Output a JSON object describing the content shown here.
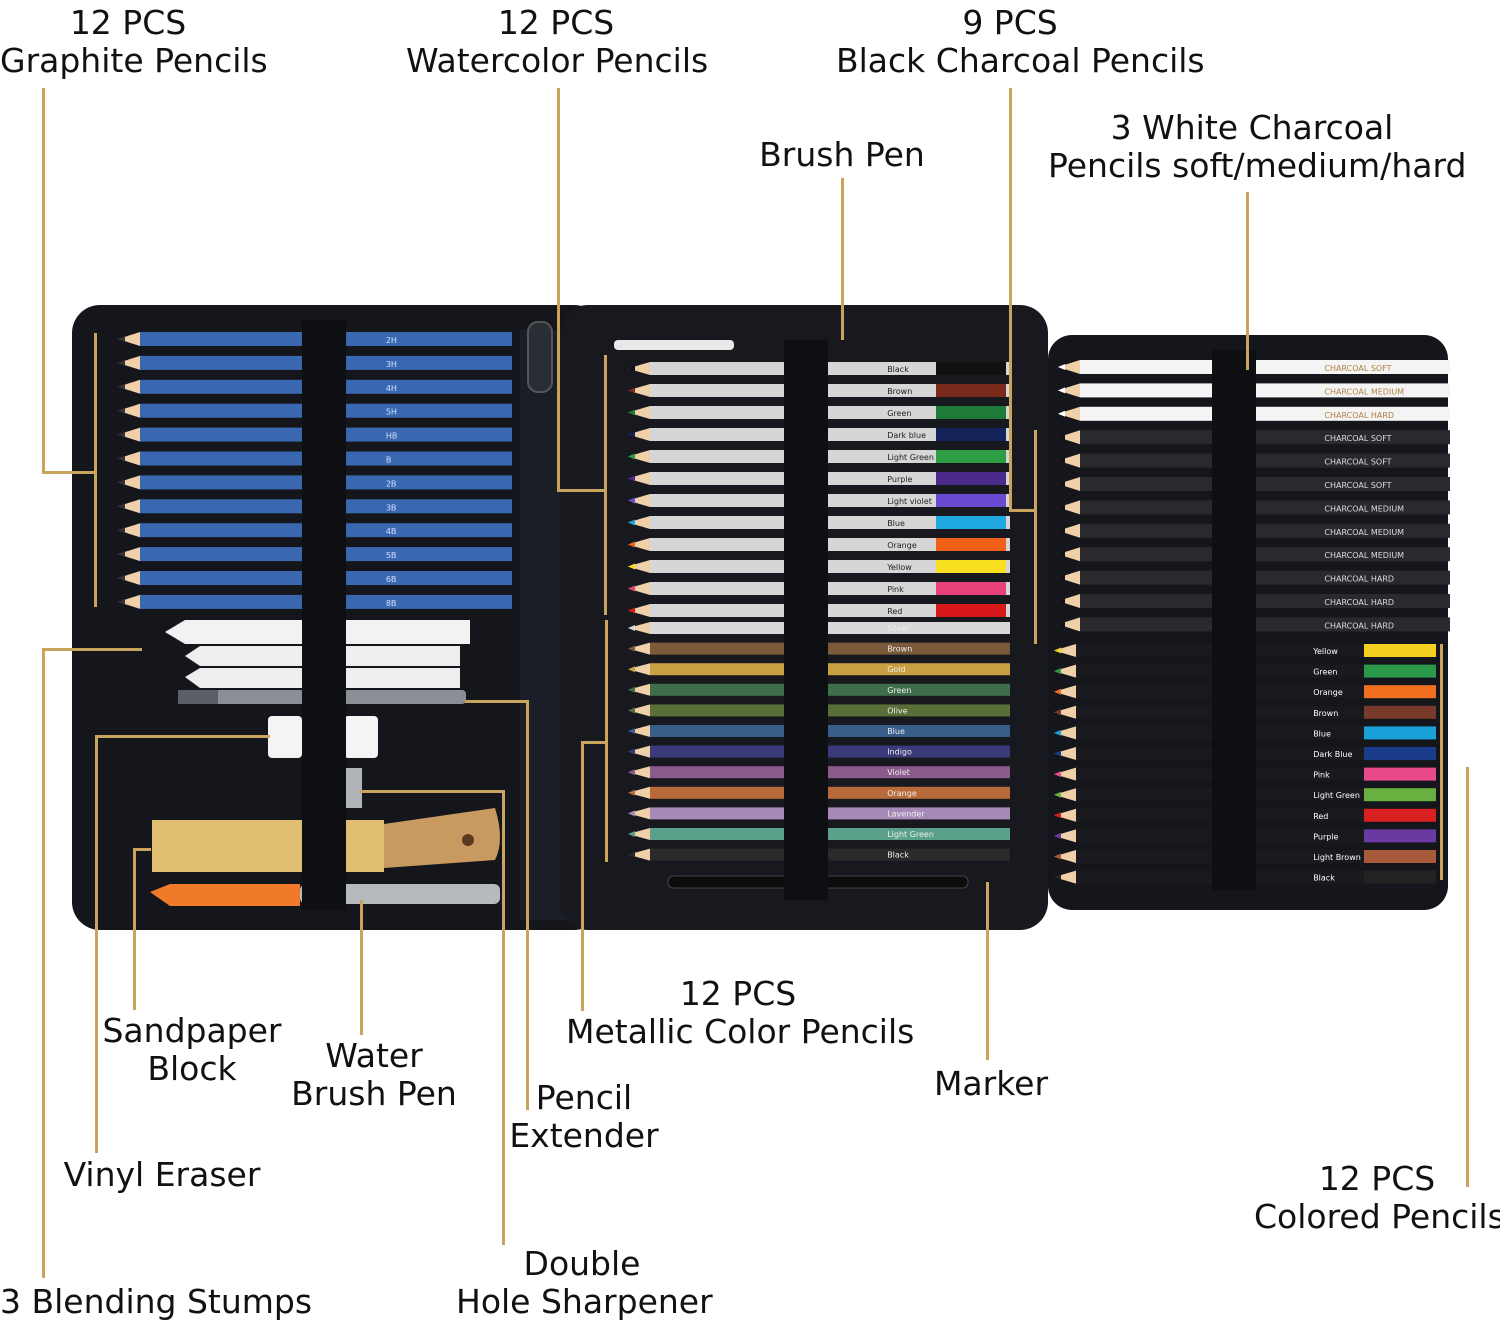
{
  "labels": {
    "graphite": {
      "qty": "12 PCS",
      "name": "Graphite Pencils"
    },
    "watercolor": {
      "qty": "12 PCS",
      "name": "Watercolor Pencils"
    },
    "black_charcoal": {
      "qty": "9 PCS",
      "name": "Black Charcoal Pencils"
    },
    "brush_pen": "Brush Pen",
    "white_charcoal": {
      "line1": "3 White Charcoal",
      "line2": "Pencils soft/medium/hard"
    },
    "sandpaper": {
      "line1": "Sandpaper",
      "line2": "Block"
    },
    "water_brush": {
      "line1": "Water",
      "line2": "Brush Pen"
    },
    "pencil_extender": {
      "line1": "Pencil",
      "line2": "Extender"
    },
    "metallic": {
      "qty": "12 PCS",
      "name": "Metallic Color Pencils"
    },
    "marker": "Marker",
    "vinyl_eraser": "Vinyl Eraser",
    "colored": {
      "qty": "12 PCS",
      "name": "Colored Pencils"
    },
    "blending_stumps": "3 Blending Stumps",
    "sharpener": {
      "line1": "Double",
      "line2": "Hole Sharpener"
    }
  },
  "graphite_grades": [
    "2H",
    "3H",
    "4H",
    "5H",
    "HB",
    "B",
    "2B",
    "3B",
    "4B",
    "5B",
    "6B",
    "8B"
  ],
  "watercolor_names": [
    "Black",
    "Brown",
    "Green",
    "Dark blue",
    "Light Green",
    "Purple",
    "Light violet",
    "Blue",
    "Orange",
    "Yellow",
    "Pink",
    "Red"
  ],
  "watercolor_colors": [
    "#111111",
    "#7a2a1a",
    "#1f7a3a",
    "#14245a",
    "#2e9e44",
    "#4a2a8a",
    "#6a4ad0",
    "#20a8e0",
    "#f06018",
    "#f8e020",
    "#e8407a",
    "#d81818"
  ],
  "metallic_names": [
    "Silver",
    "Brown",
    "Gold",
    "Green",
    "Olive",
    "Blue",
    "Indigo",
    "Violet",
    "Orange",
    "Lavender",
    "Light Green",
    "Black"
  ],
  "metallic_colors": [
    "#d8d8d8",
    "#7a5a3a",
    "#c8a040",
    "#3e6e4a",
    "#5a6e3a",
    "#3a5e8a",
    "#3a3a7a",
    "#8a5a8a",
    "#b86a3a",
    "#a88ab8",
    "#5aa08a",
    "#2a2a2a"
  ],
  "charcoal_labels": [
    "CHARCOAL SOFT",
    "CHARCOAL MEDIUM",
    "CHARCOAL HARD",
    "CHARCOAL SOFT",
    "CHARCOAL SOFT",
    "CHARCOAL SOFT",
    "CHARCOAL MEDIUM",
    "CHARCOAL MEDIUM",
    "CHARCOAL MEDIUM",
    "CHARCOAL HARD",
    "CHARCOAL HARD",
    "CHARCOAL HARD"
  ],
  "colored_names": [
    "Yellow",
    "Green",
    "Orange",
    "Brown",
    "Blue",
    "Dark Blue",
    "Pink",
    "Light Green",
    "Red",
    "Purple",
    "Light Brown",
    "Black"
  ],
  "colored_colors": [
    "#f4d020",
    "#2a9a4a",
    "#f07020",
    "#7a3a2a",
    "#1aa0d8",
    "#1a3a8a",
    "#e84a8a",
    "#6ab040",
    "#d82020",
    "#6a3aa0",
    "#a85a3a",
    "#222222"
  ],
  "colors": {
    "case": "#14161c",
    "leader": "#c9a45c",
    "graphite_body": "#3a68b0"
  }
}
